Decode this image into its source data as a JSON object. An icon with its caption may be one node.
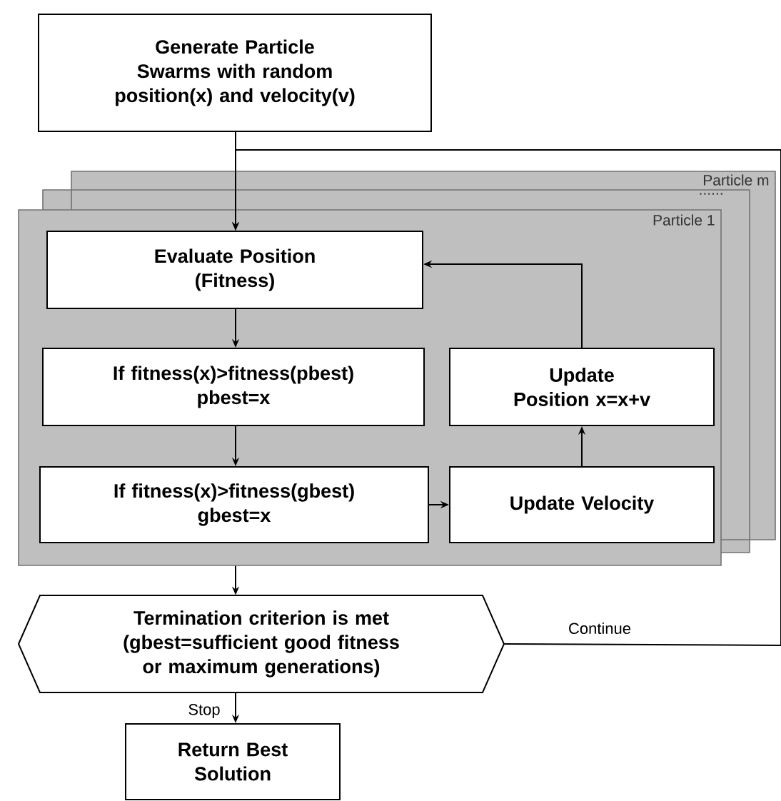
{
  "diagram": {
    "nodes": [
      {
        "text": [
          "Generate Particle Swarms with random position(x) and velocity(v)"
        ]
      },
      {
        "text": [
          "Particle 1"
        ]
      },
      {
        "text": [
          "Evaluate Position (Fitness)"
        ],
        "in": 1
      },
      {
        "text": [
          "If fitness(x)>fitness(pbest) pbest=x"
        ],
        "in": 1
      },
      {
        "text": [
          "If fitness(x)>fitness(gbest) gbest=x"
        ],
        "in": 1
      },
      {
        "text": [
          "Update Position x=x+v"
        ],
        "in": 1
      },
      {
        "text": [
          "Update Velocity"
        ],
        "in": 1
      },
      {
        "text": [
          "Termination criterion is met (gbest=sufficient good fitness or maximum generations)"
        ]
      },
      {
        "text": [
          "Return Best Solution"
        ]
      }
    ],
    "edges": [
      {
        "from": 0,
        "to": 2,
        "arrow": "to"
      },
      {
        "from": 2,
        "to": 3,
        "arrow": "to"
      },
      {
        "from": 3,
        "to": 4,
        "arrow": "to"
      },
      {
        "from": 4,
        "to": 6,
        "arrow": "to"
      },
      {
        "from": 6,
        "to": 5,
        "arrow": "to"
      },
      {
        "from": 5,
        "to": 2,
        "arrow": "to"
      },
      {
        "from": 1,
        "to": 7,
        "arrow": "to"
      },
      {
        "from": 7,
        "to": 2,
        "arrow": "to",
        "label": "Continue"
      },
      {
        "from": 7,
        "to": 8,
        "arrow": "to",
        "label": "Stop"
      }
    ],
    "labels": [
      "Particle m",
      "......"
    ]
  }
}
